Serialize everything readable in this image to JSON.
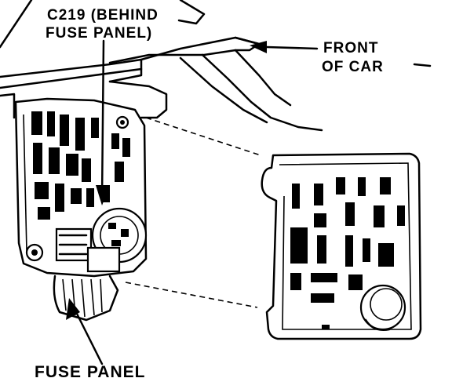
{
  "labels": {
    "connector_line1": "C219 (BEHIND",
    "connector_line2": "FUSE PANEL)",
    "front_line1": "FRONT",
    "front_line2": "OF CAR",
    "fuse_panel": "FUSE PANEL"
  },
  "icons": {
    "pointer": "arrow",
    "front_indicator": "arrow-left"
  }
}
